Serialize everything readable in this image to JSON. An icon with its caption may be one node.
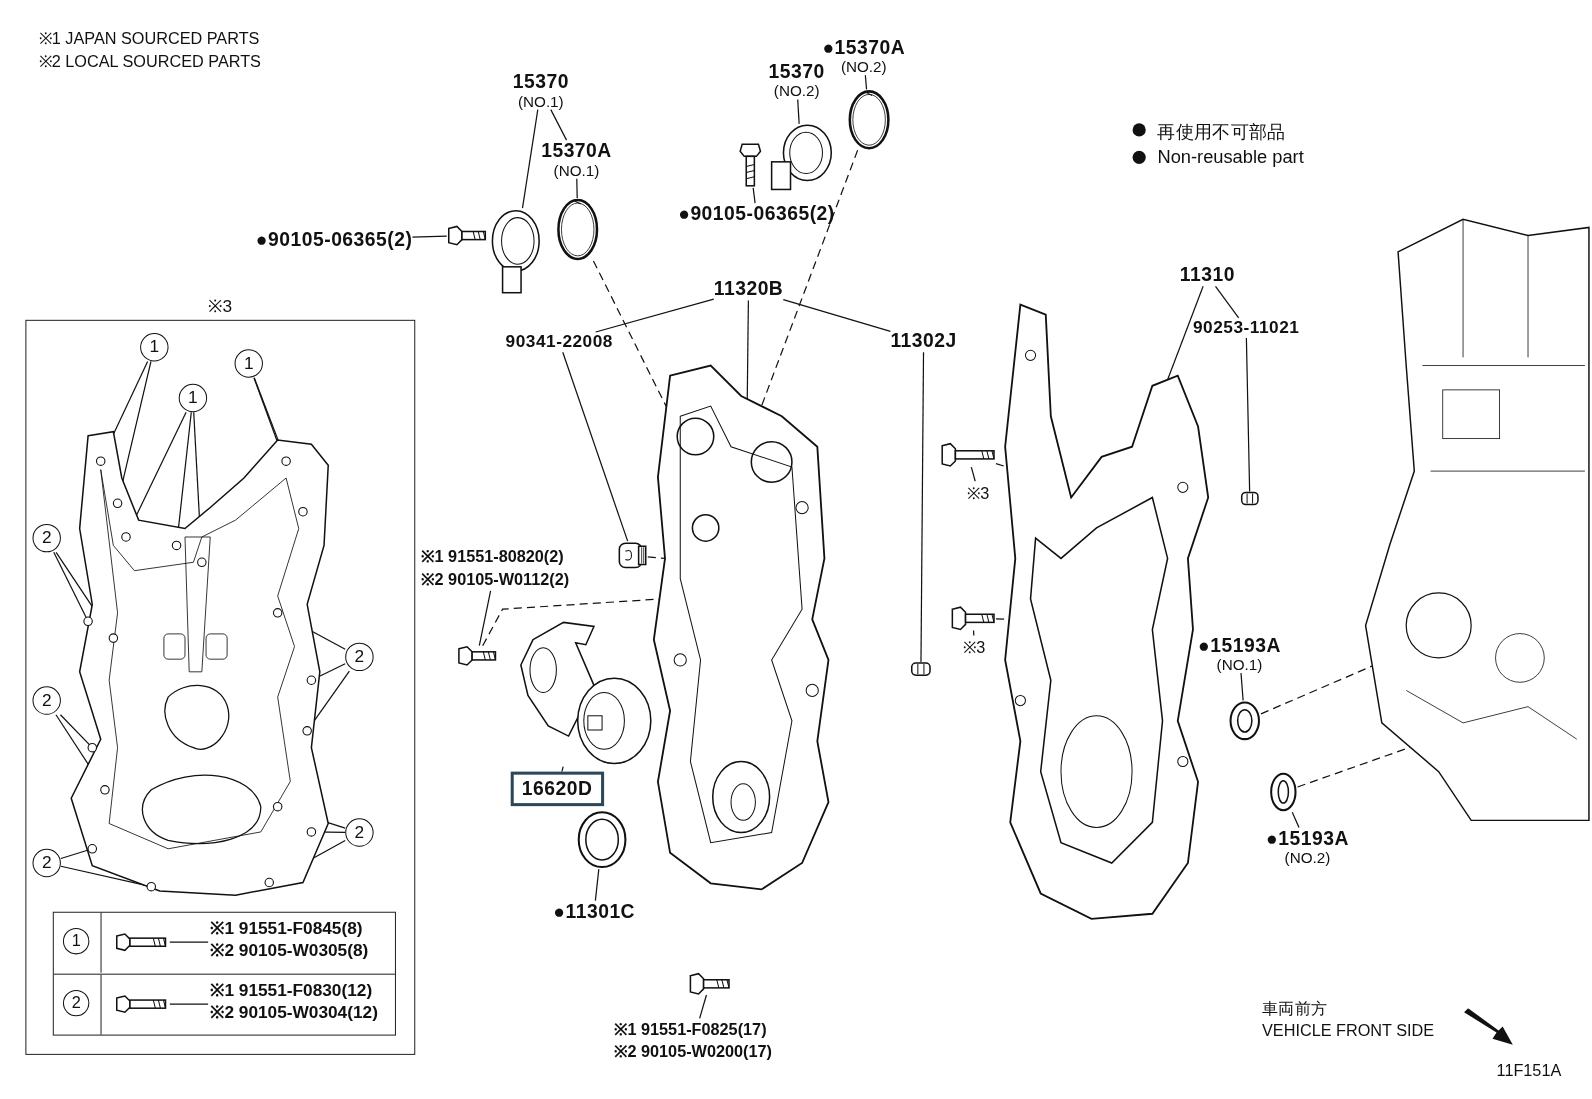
{
  "diagram": {
    "nodes": [
      {
        "text": [
          "15370",
          "(NO.1)"
        ]
      },
      {
        "text": [],
        "shape": "picture"
      },
      {
        "text": [
          "15370A",
          "(NO.1)"
        ]
      },
      {
        "text": [],
        "shape": "picture"
      },
      {
        "text": [
          "●90105-06365(2)"
        ]
      },
      {
        "text": [],
        "shape": "picture"
      },
      {
        "text": [
          "15370",
          "(NO.2)"
        ]
      },
      {
        "text": [],
        "shape": "picture"
      },
      {
        "text": [
          "●15370A",
          "(NO.2)"
        ]
      },
      {
        "text": [],
        "shape": "picture"
      },
      {
        "text": [
          "●90105-06365(2)"
        ]
      },
      {
        "text": [],
        "shape": "picture"
      },
      {
        "text": [
          "11320B"
        ]
      },
      {
        "text": [
          "90341-22008"
        ]
      },
      {
        "text": [],
        "shape": "picture"
      },
      {
        "text": [
          "11302J"
        ]
      },
      {
        "text": [],
        "shape": "picture"
      },
      {
        "text": [],
        "shape": "picture"
      },
      {
        "text": [
          "※1 91551-80820(2)",
          "※2 90105-W0112(2)"
        ]
      },
      {
        "text": [],
        "shape": "picture"
      },
      {
        "text": [],
        "shape": "picture"
      },
      {
        "text": [
          "16620D"
        ]
      },
      {
        "text": [],
        "shape": "picture"
      },
      {
        "text": [
          "●11301C"
        ]
      },
      {
        "text": [],
        "shape": "picture"
      },
      {
        "text": [
          "※1 91551-F0825(17)",
          "※2 90105-W0200(17)"
        ]
      },
      {
        "text": [
          "11310"
        ]
      },
      {
        "text": [
          "90253-11021"
        ]
      },
      {
        "text": [],
        "shape": "picture"
      },
      {
        "text": [],
        "shape": "picture"
      },
      {
        "text": [
          "※3"
        ]
      },
      {
        "text": [],
        "shape": "picture"
      },
      {
        "text": [
          "※3"
        ]
      },
      {
        "text": [],
        "shape": "picture"
      },
      {
        "text": [
          "●15193A",
          "(NO.1)"
        ]
      },
      {
        "text": [],
        "shape": "picture"
      },
      {
        "text": [
          "●15193A",
          "(NO.2)"
        ]
      },
      {
        "text": [],
        "shape": "picture"
      },
      {
        "text": [],
        "shape": "picture"
      },
      {
        "text": [
          "※3"
        ]
      },
      {
        "text": [],
        "shape": "picture",
        "in": 39
      },
      {
        "text": [
          "1"
        ],
        "in": 39
      },
      {
        "text": [
          "1"
        ],
        "in": 39
      },
      {
        "text": [
          "1"
        ],
        "in": 39
      },
      {
        "text": [
          "2"
        ],
        "in": 39
      },
      {
        "text": [
          "2"
        ],
        "in": 39
      },
      {
        "text": [
          "2"
        ],
        "in": 39
      },
      {
        "text": [
          "2"
        ],
        "in": 39
      },
      {
        "text": [
          "2"
        ],
        "in": 39
      }
    ],
    "edges": [
      {
        "from": 0,
        "to": 1,
        "arrow": "none"
      },
      {
        "from": 0,
        "to": 2,
        "arrow": "none"
      },
      {
        "from": 2,
        "to": 3,
        "arrow": "none"
      },
      {
        "from": 4,
        "to": 5,
        "arrow": "none"
      },
      {
        "from": 6,
        "to": 7,
        "arrow": "none"
      },
      {
        "from": 8,
        "to": 9,
        "arrow": "none"
      },
      {
        "from": 10,
        "to": 11,
        "arrow": "none"
      },
      {
        "from": 12,
        "to": 17,
        "arrow": "none"
      },
      {
        "from": 12,
        "to": 13,
        "arrow": "none"
      },
      {
        "from": 12,
        "to": 15,
        "arrow": "none"
      },
      {
        "from": 13,
        "to": 14,
        "arrow": "none"
      },
      {
        "from": 15,
        "to": 16,
        "arrow": "none"
      },
      {
        "from": 18,
        "to": 19,
        "arrow": "none"
      },
      {
        "from": 21,
        "to": 20,
        "arrow": "none"
      },
      {
        "from": 23,
        "to": 22,
        "arrow": "none"
      },
      {
        "from": 25,
        "to": 24,
        "arrow": "none"
      },
      {
        "from": 26,
        "to": 29,
        "arrow": "none"
      },
      {
        "from": 26,
        "to": 27,
        "arrow": "none"
      },
      {
        "from": 27,
        "to": 28,
        "arrow": "none"
      },
      {
        "from": 30,
        "to": 31,
        "arrow": "none"
      },
      {
        "from": 32,
        "to": 33,
        "arrow": "none"
      },
      {
        "from": 34,
        "to": 35,
        "arrow": "none"
      },
      {
        "from": 36,
        "to": 37,
        "arrow": "none"
      },
      {
        "from": 3,
        "to": 17,
        "arrow": "none",
        "style": "dashed"
      },
      {
        "from": 9,
        "to": 17,
        "arrow": "none",
        "style": "dashed"
      },
      {
        "from": 14,
        "to": 17,
        "arrow": "none",
        "style": "dashed"
      },
      {
        "from": 19,
        "to": 17,
        "arrow": "none",
        "style": "dashed"
      },
      {
        "from": 31,
        "to": 29,
        "arrow": "none",
        "style": "dashed"
      },
      {
        "from": 33,
        "to": 29,
        "arrow": "none",
        "style": "dashed"
      },
      {
        "from": 35,
        "to": 38,
        "arrow": "none",
        "style": "dashed"
      },
      {
        "from": 37,
        "to": 38,
        "arrow": "none",
        "style": "dashed"
      },
      {
        "from": 41,
        "to": 40,
        "arrow": "none"
      },
      {
        "from": 41,
        "to": 40,
        "arrow": "none"
      },
      {
        "from": 42,
        "to": 40,
        "arrow": "none"
      },
      {
        "from": 42,
        "to": 40,
        "arrow": "none"
      },
      {
        "from": 42,
        "to": 40,
        "arrow": "none"
      },
      {
        "from": 43,
        "to": 40,
        "arrow": "none"
      },
      {
        "from": 43,
        "to": 40,
        "arrow": "none"
      },
      {
        "from": 44,
        "to": 40,
        "arrow": "none"
      },
      {
        "from": 44,
        "to": 40,
        "arrow": "none"
      },
      {
        "from": 45,
        "to": 40,
        "arrow": "none"
      },
      {
        "from": 45,
        "to": 40,
        "arrow": "none"
      },
      {
        "from": 45,
        "to": 40,
        "arrow": "none"
      },
      {
        "from": 46,
        "to": 40,
        "arrow": "none"
      },
      {
        "from": 46,
        "to": 40,
        "arrow": "none"
      },
      {
        "from": 47,
        "to": 40,
        "arrow": "none"
      },
      {
        "from": 47,
        "to": 40,
        "arrow": "none"
      },
      {
        "from": 47,
        "to": 40,
        "arrow": "none"
      },
      {
        "from": 48,
        "to": 40,
        "arrow": "none"
      },
      {
        "from": 48,
        "to": 40,
        "arrow": "none"
      }
    ],
    "labels": [
      "※1 JAPAN SOURCED PARTS",
      "※2 LOCAL SOURCED PARTS",
      "1",
      "※1 91551-F0845(8)",
      "※2 90105-W0305(8)",
      "2",
      "※1 91551-F0830(12)",
      "※2 90105-W0304(12)",
      "車両前方",
      "VEHICLE FRONT SIDE",
      "11F151A"
    ],
    "legend": [
      {
        "text": "再使用不可部品"
      },
      {
        "text": "Non-reusable part"
      }
    ]
  }
}
